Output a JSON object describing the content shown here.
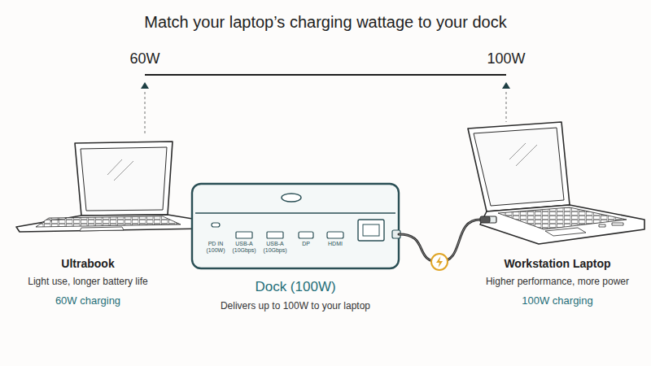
{
  "diagram": {
    "title": "Match your laptop’s charging wattage to your dock",
    "nodes": [
      {
        "text": [
          "Ultrabook",
          "Light use, longer battery life",
          "60W charging"
        ]
      },
      {
        "text": [
          "Dock (100W)",
          "Delivers up to 100W to your laptop"
        ]
      },
      {
        "text": [
          "Workstation Laptop",
          "Higher performance, more power",
          "100W charging"
        ]
      }
    ],
    "edges": [
      {
        "from": 1,
        "to": 2,
        "arrow": "none"
      }
    ],
    "labels": [
      "60W",
      "100W",
      "PD IN (100W)",
      "USB-A (10Gbps)",
      "USB-A (10Gbps)",
      "DP",
      "HDMI"
    ]
  }
}
